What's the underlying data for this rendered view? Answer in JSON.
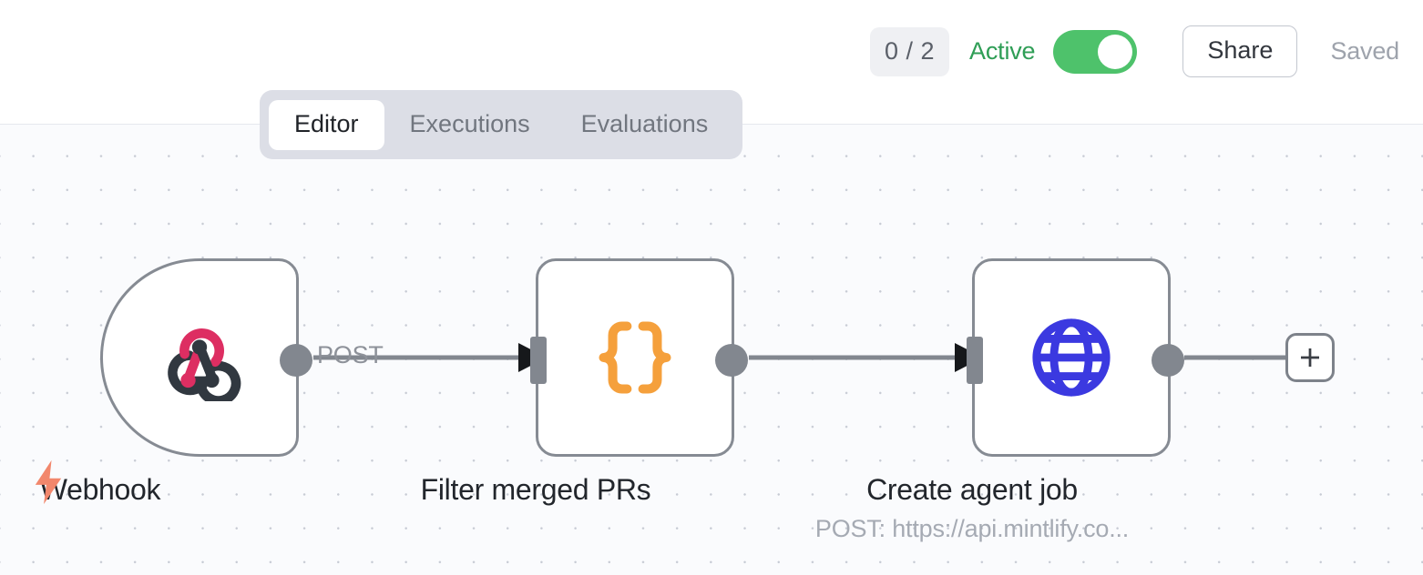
{
  "header": {
    "execution_count": "0 / 2",
    "active_label": "Active",
    "toggle_state": "on",
    "share_label": "Share",
    "saved_label": "Saved",
    "active_color": "#2f9e56",
    "toggle_color": "#4ec26b"
  },
  "tabs": [
    {
      "label": "Editor",
      "active": true
    },
    {
      "label": "Executions",
      "active": false
    },
    {
      "label": "Evaluations",
      "active": false
    }
  ],
  "canvas": {
    "trigger_icon": "lightning-bolt-icon",
    "trigger_icon_color": "#f2876c",
    "add_node_label": "+",
    "nodes": [
      {
        "id": "webhook",
        "label": "Webhook",
        "sublabel": "",
        "icon": "webhook-icon",
        "icon_colors": [
          "#dd2e62",
          "#313840"
        ],
        "type": "trigger"
      },
      {
        "id": "filter-merged-prs",
        "label": "Filter merged PRs",
        "sublabel": "",
        "icon": "code-braces-icon",
        "icon_colors": [
          "#f5a03c"
        ],
        "type": "action"
      },
      {
        "id": "create-agent-job",
        "label": "Create agent job",
        "sublabel": "POST: https://api.mintlify.co...",
        "icon": "globe-icon",
        "icon_colors": [
          "#3b39e0"
        ],
        "type": "action"
      }
    ],
    "edges": [
      {
        "from": "webhook",
        "to": "filter-merged-prs",
        "label": "POST"
      },
      {
        "from": "filter-merged-prs",
        "to": "create-agent-job",
        "label": ""
      }
    ]
  }
}
